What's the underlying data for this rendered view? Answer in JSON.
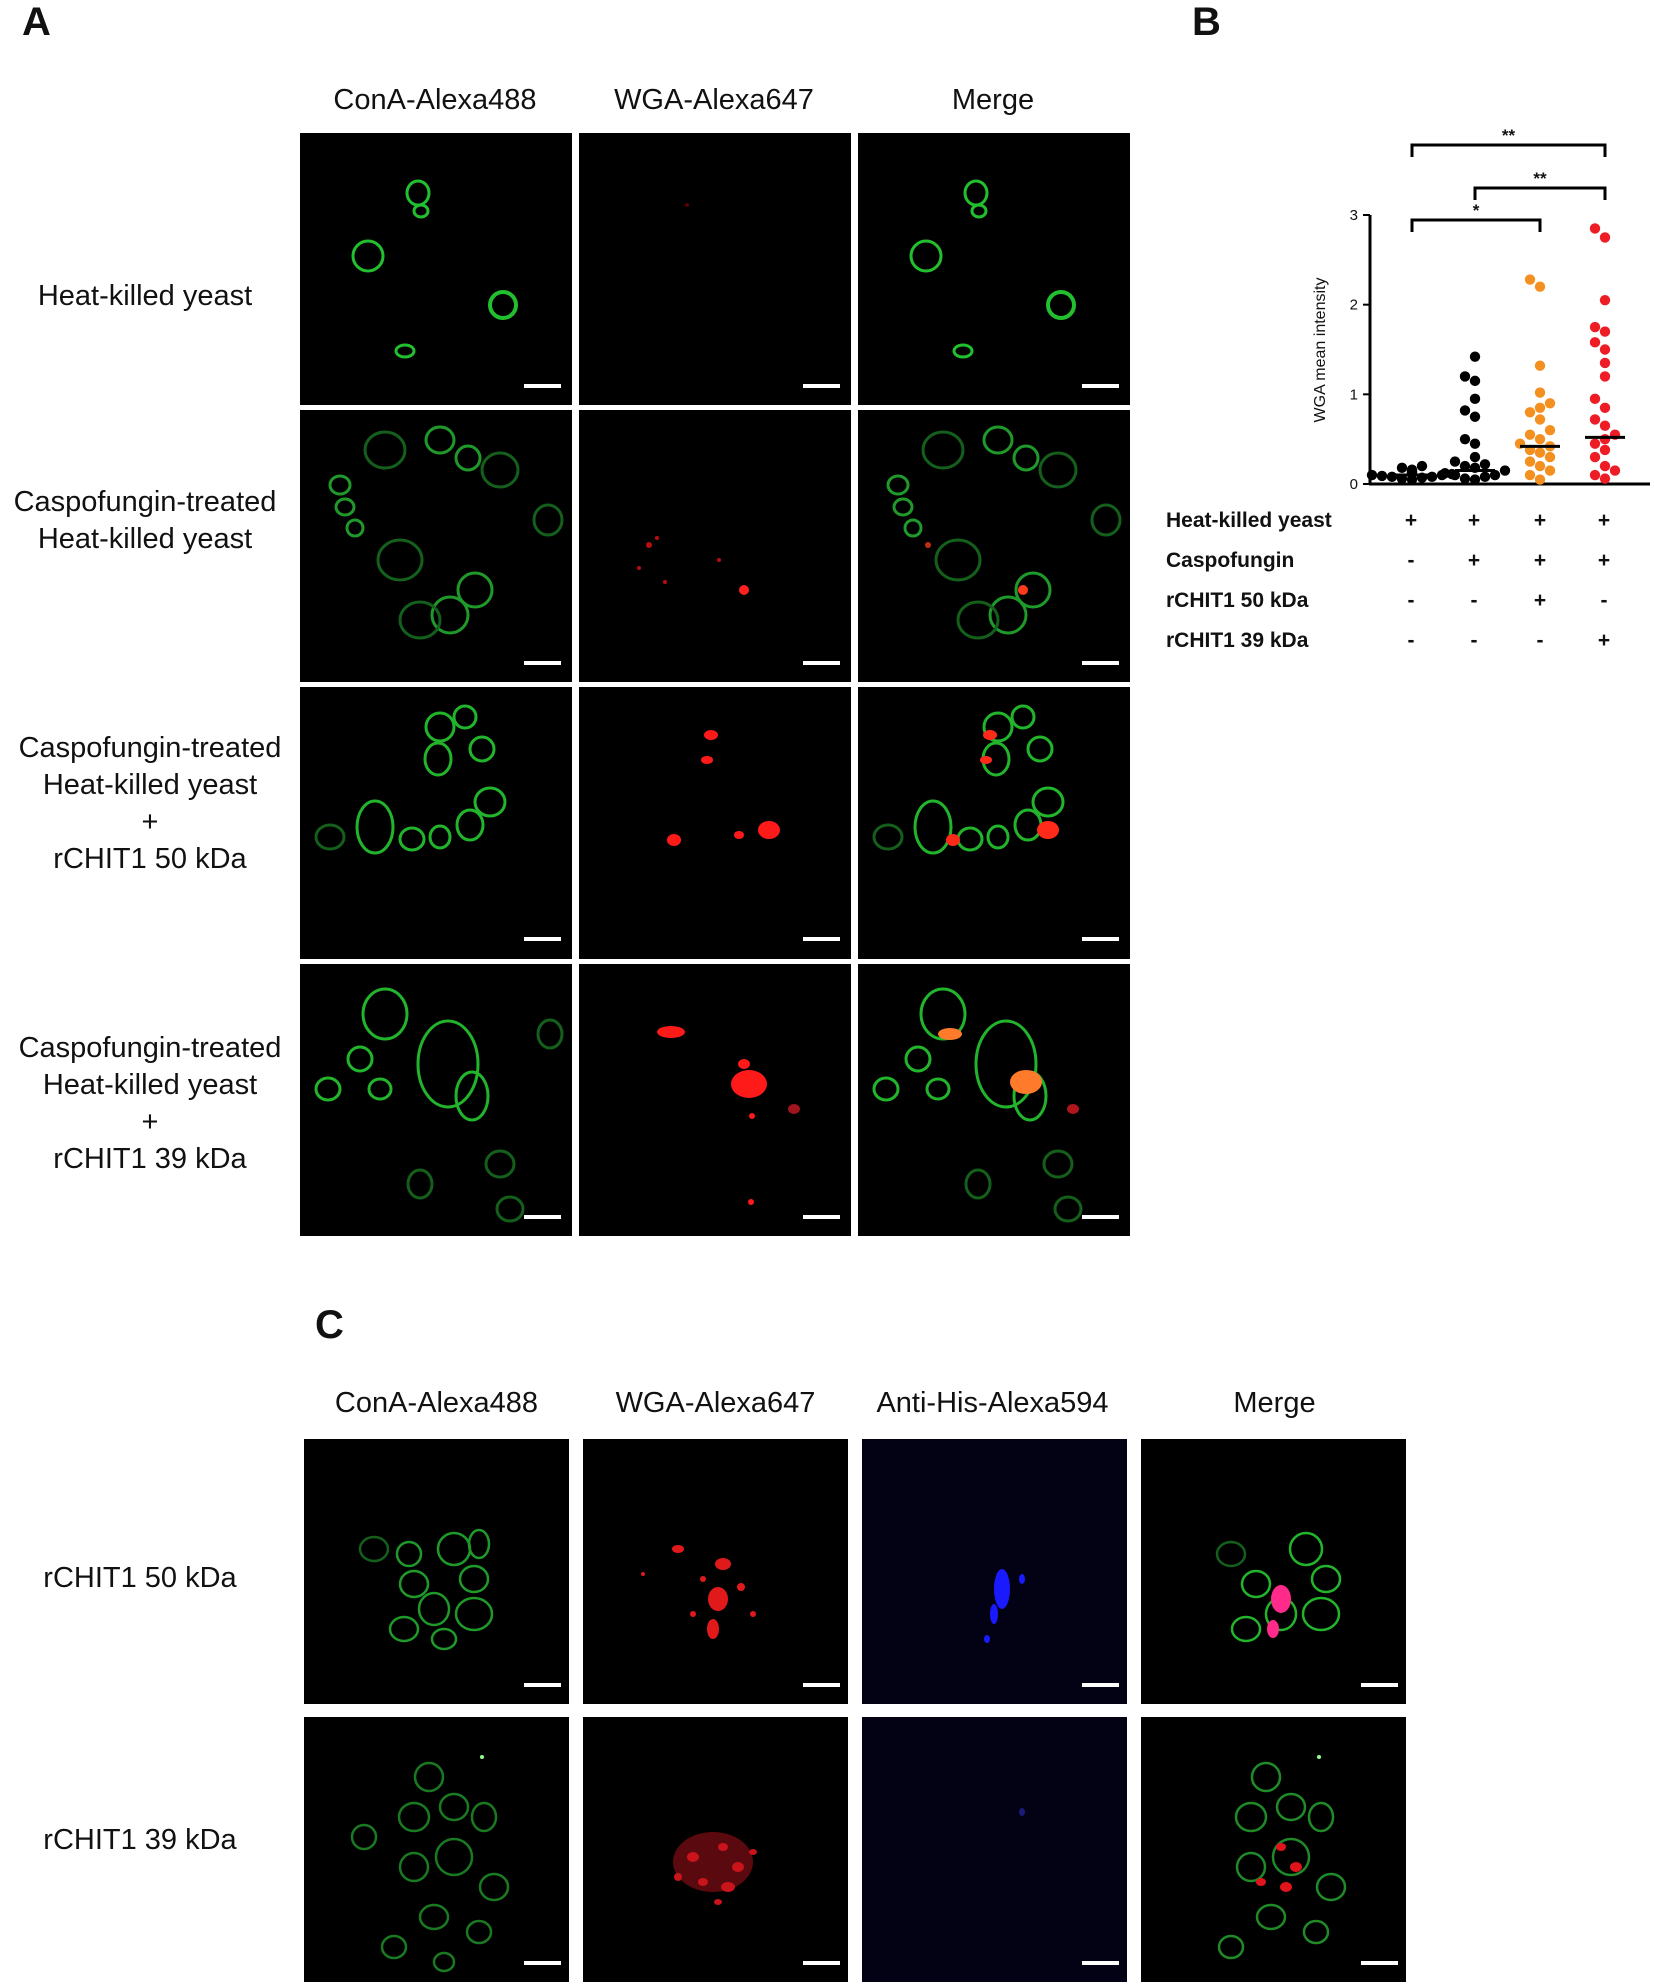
{
  "panel_A": {
    "letter": "A",
    "columns": [
      "ConA-Alexa488",
      "WGA-Alexa647",
      "Merge"
    ],
    "rows": [
      {
        "label": [
          "Heat-killed yeast"
        ]
      },
      {
        "label": [
          "Caspofungin-treated",
          "Heat-killed yeast"
        ]
      },
      {
        "label": [
          "Caspofungin-treated",
          "Heat-killed yeast",
          "+",
          "rCHIT1 50 kDa"
        ]
      },
      {
        "label": [
          "Caspofungin-treated",
          "Heat-killed yeast",
          "+",
          "rCHIT1 39 kDa"
        ]
      }
    ]
  },
  "panel_B": {
    "letter": "B",
    "conditions": [
      {
        "label": "Heat-killed yeast",
        "signs": [
          "+",
          "+",
          "+",
          "+"
        ]
      },
      {
        "label": "Caspofungin",
        "signs": [
          "-",
          "+",
          "+",
          "+"
        ]
      },
      {
        "label": "rCHIT1 50 kDa",
        "signs": [
          "-",
          "-",
          "+",
          "-"
        ]
      },
      {
        "label": "rCHIT1 39 kDa",
        "signs": [
          "-",
          "-",
          "-",
          "+"
        ]
      }
    ],
    "significance": [
      {
        "from": 1,
        "to": 4,
        "label": "**"
      },
      {
        "from": 2,
        "to": 4,
        "label": "**"
      },
      {
        "from": 1,
        "to": 3,
        "label": "*"
      }
    ]
  },
  "chart_data": {
    "type": "scatter",
    "title": "",
    "xlabel": "",
    "ylabel": "WGA mean intensity",
    "ylim": [
      0,
      3
    ],
    "yticks": [
      0,
      1,
      2,
      3
    ],
    "groups": [
      {
        "color": "#000000",
        "median": 0.1,
        "values": [
          0.05,
          0.08,
          0.1,
          0.12,
          0.15,
          0.18,
          0.2,
          0.06,
          0.09,
          0.11,
          0.13,
          0.07,
          0.1,
          0.14,
          0.16,
          0.08
        ]
      },
      {
        "color": "#000000",
        "median": 0.15,
        "values": [
          1.42,
          1.2,
          1.15,
          0.95,
          0.82,
          0.75,
          0.5,
          0.45,
          0.3,
          0.25,
          0.2,
          0.15,
          0.12,
          0.1,
          0.08,
          0.05,
          0.18,
          0.22,
          0.06,
          0.1
        ]
      },
      {
        "color": "#f39020",
        "median": 0.42,
        "values": [
          2.28,
          2.2,
          1.32,
          1.02,
          0.9,
          0.85,
          0.8,
          0.72,
          0.6,
          0.55,
          0.5,
          0.45,
          0.42,
          0.38,
          0.35,
          0.3,
          0.25,
          0.2,
          0.15,
          0.1,
          0.05
        ]
      },
      {
        "color": "#ee1c25",
        "median": 0.52,
        "values": [
          2.85,
          2.75,
          2.05,
          1.75,
          1.7,
          1.58,
          1.5,
          1.35,
          1.2,
          0.95,
          0.85,
          0.72,
          0.65,
          0.55,
          0.5,
          0.45,
          0.38,
          0.3,
          0.2,
          0.15,
          0.1,
          0.06
        ]
      }
    ]
  },
  "panel_C": {
    "letter": "C",
    "columns": [
      "ConA-Alexa488",
      "WGA-Alexa647",
      "Anti-His-Alexa594",
      "Merge"
    ],
    "rows": [
      {
        "label": "rCHIT1 50 kDa"
      },
      {
        "label": "rCHIT1 39 kDa"
      }
    ]
  }
}
